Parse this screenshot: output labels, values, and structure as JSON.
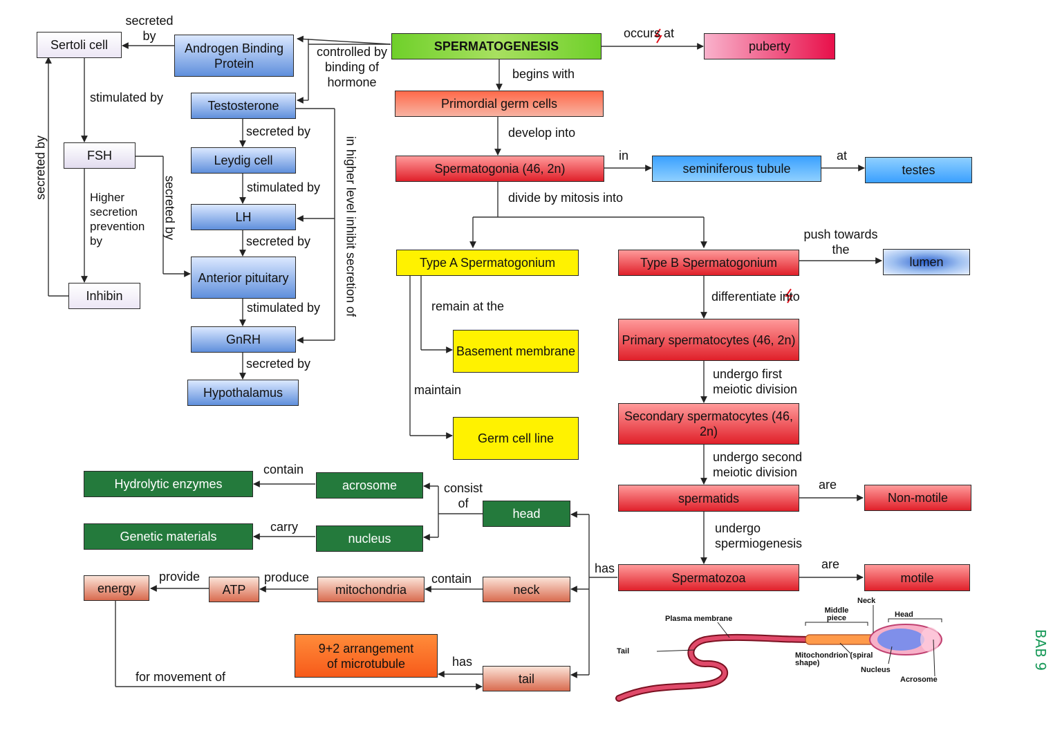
{
  "nodes": {
    "spermatogenesis": "SPERMATOGENESIS",
    "puberty": "puberty",
    "primordial": "Primordial germ cells",
    "spermatogonia": "Spermatogonia (46, 2n)",
    "seminiferous": "seminiferous tubule",
    "testes": "testes",
    "typeA": "Type A Spermatogonium",
    "typeB": "Type B Spermatogonium",
    "lumen": "lumen",
    "basement": "Basement membrane",
    "germline": "Germ cell line",
    "primary": "Primary spermatocytes (46, 2n)",
    "secondary": "Secondary spermatocytes (46, 2n)",
    "spermatids": "spermatids",
    "nonmotile": "Non-motile",
    "spermatozoa": "Spermatozoa",
    "motile": "motile",
    "sertoli": "Sertoli cell",
    "abp": "Androgen Binding Protein",
    "testosterone": "Testosterone",
    "fsh": "FSH",
    "leydig": "Leydig cell",
    "lh": "LH",
    "anterior": "Anterior pituitary",
    "gnrh": "GnRH",
    "hypothalamus": "Hypothalamus",
    "inhibin": "Inhibin",
    "hydrolytic": "Hydrolytic enzymes",
    "acrosome": "acrosome",
    "genetic": "Genetic materials",
    "nucleus": "nucleus",
    "head": "head",
    "energy": "energy",
    "atp": "ATP",
    "mitochondria": "mitochondria",
    "neck": "neck",
    "arrangement": "9+2 arrangement of microtubule",
    "tail": "tail"
  },
  "links": {
    "occurs_at": "occurs at",
    "begins_with": "begins with",
    "develop_into": "develop into",
    "in": "in",
    "at": "at",
    "divide_mitosis": "divide by mitosis into",
    "push_towards": "push towards the",
    "differentiate_into": "differentiate into",
    "remain_at": "remain at the",
    "maintain": "maintain",
    "first_meiotic": "undergo first meiotic division",
    "second_meiotic": "undergo second meiotic division",
    "are1": "are",
    "spermiogenesis": "undergo spermiogenesis",
    "are2": "are",
    "has1": "has",
    "secreted_by_top": "secreted by",
    "controlled_by": "controlled by binding of hormone",
    "stimulated_by_fsh": "stimulated by",
    "secreted_by_leydig": "secreted by",
    "stimulated_by_lh": "stimulated by",
    "secreted_by_ant": "secreted by",
    "stimulated_by_gnrh": "stimulated by",
    "secreted_by_hypo": "secreted by",
    "secreted_by_left": "secreted by",
    "secreted_by_fsh": "secreted by",
    "higher_level": "in higher level inhibit secretion of",
    "higher_secretion": "Higher secretion prevention by",
    "contain1": "contain",
    "consist_of": "consist of",
    "carry": "carry",
    "provide": "provide",
    "produce": "produce",
    "contain2": "contain",
    "has2": "has",
    "for_movement": "for movement of"
  },
  "illustration": {
    "neck": "Neck",
    "middle_piece": "Middle piece",
    "head": "Head",
    "plasma": "Plasma membrane",
    "tail": "Tail",
    "mitochondrion": "Mitochondrion (spiral shape)",
    "nucleus": "Nucleus",
    "acrosome": "Acrosome"
  },
  "margin_note": "BAB 9"
}
